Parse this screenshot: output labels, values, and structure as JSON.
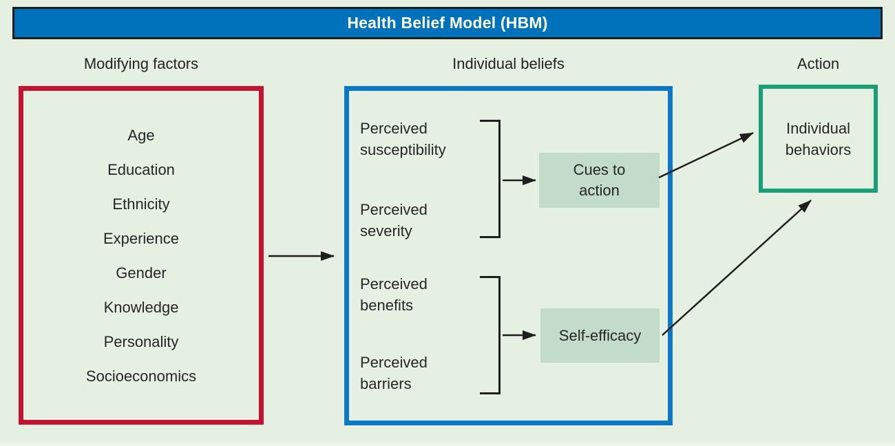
{
  "title_bar": {
    "title": "Health Belief Model (HBM)"
  },
  "modifying_factors": {
    "heading": "Modifying factors",
    "items": [
      "Age",
      "Education",
      "Ethnicity",
      "Experience",
      "Gender",
      "Knowledge",
      "Personality",
      "Socioeconomics"
    ]
  },
  "individual_beliefs": {
    "heading": "Individual beliefs",
    "group1": {
      "belief1_line1": "Perceived",
      "belief1_line2": "susceptibility",
      "belief2_line1": "Perceived",
      "belief2_line2": "severity",
      "target_line1": "Cues to",
      "target_line2": "action"
    },
    "group2": {
      "belief1_line1": "Perceived",
      "belief1_line2": "benefits",
      "belief2_line1": "Perceived",
      "belief2_line2": "barriers",
      "target": "Self-efficacy"
    }
  },
  "action": {
    "heading": "Action",
    "box_line1": "Individual",
    "box_line2": "behaviors"
  },
  "colors": {
    "background": "#e5f0e3",
    "header_fill": "#0072bc",
    "header_border": "#1d1d1b",
    "modifying_border": "#c41230",
    "beliefs_border": "#0a78c4",
    "action_border": "#1a9e78",
    "target_fill": "#c3dcc9",
    "text": "#262626",
    "arrow": "#1e1e1e"
  }
}
